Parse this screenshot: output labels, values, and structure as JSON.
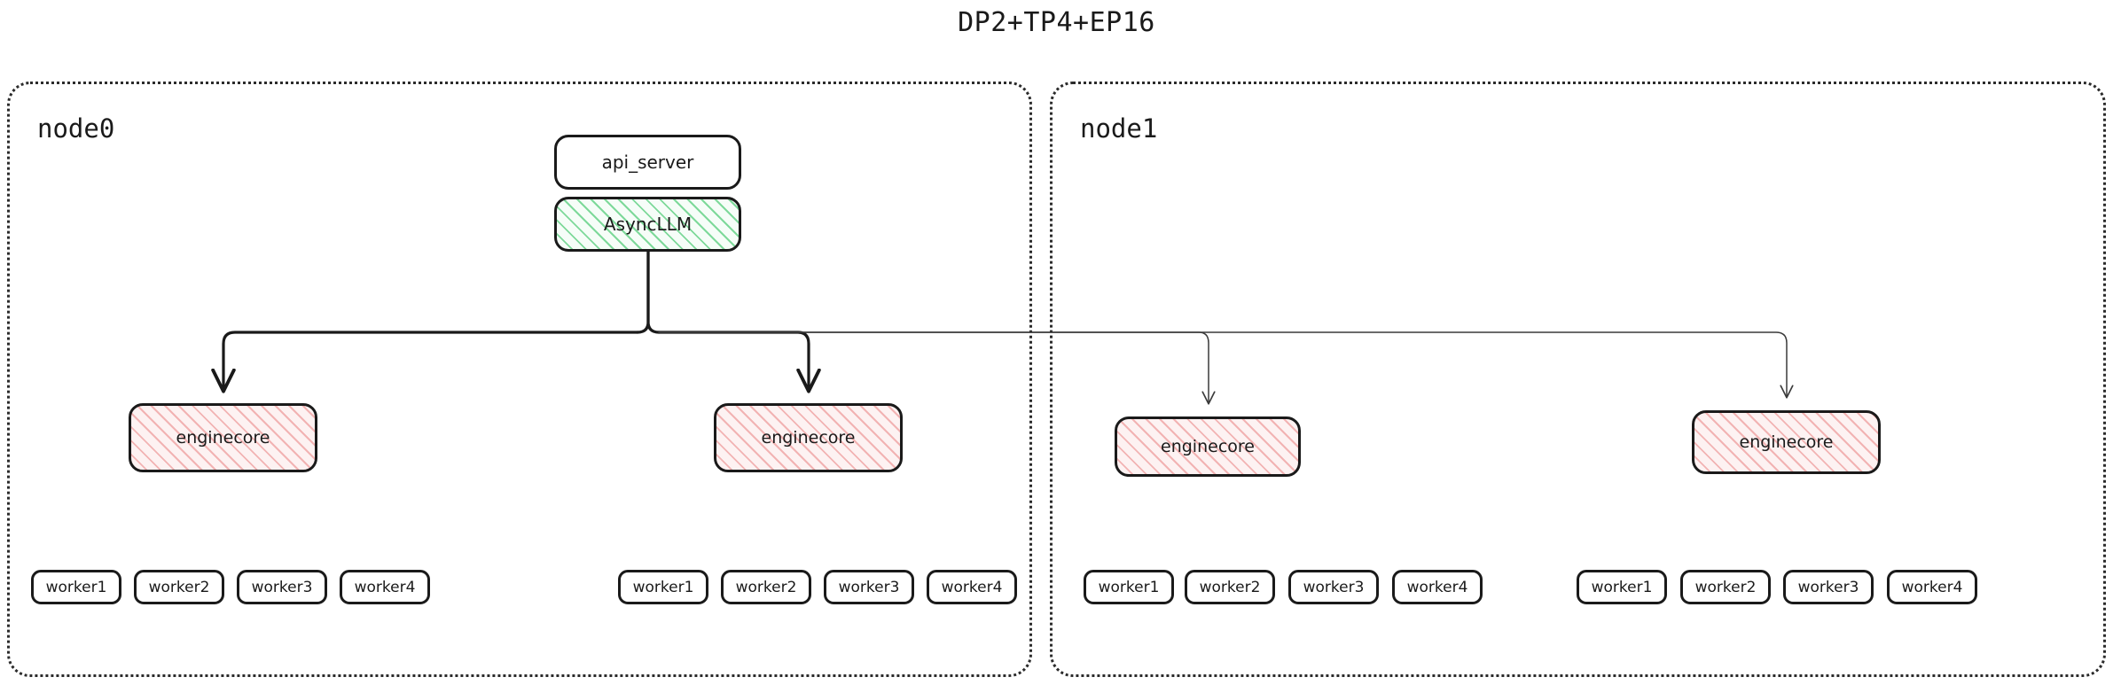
{
  "title": "DP2+TP4+EP16",
  "colors": {
    "stroke": "#1a1a1a",
    "container_border": "#2b2b2b",
    "hatch_green": "#7ed99a",
    "hatch_pink": "#f2b3b3",
    "asyncllm_bg": "#f6fdf8",
    "enginecore_bg": "#fdf2f2",
    "background": "#ffffff"
  },
  "nodes": [
    {
      "id": "node0",
      "label": "node0",
      "api_server": {
        "label": "api_server"
      },
      "async_llm": {
        "label": "AsyncLLM"
      },
      "enginecores": [
        {
          "label": "enginecore"
        },
        {
          "label": "enginecore"
        }
      ],
      "worker_groups": [
        {
          "workers": [
            {
              "label": "worker1"
            },
            {
              "label": "worker2"
            },
            {
              "label": "worker3"
            },
            {
              "label": "worker4"
            }
          ]
        },
        {
          "workers": [
            {
              "label": "worker1"
            },
            {
              "label": "worker2"
            },
            {
              "label": "worker3"
            },
            {
              "label": "worker4"
            }
          ]
        }
      ]
    },
    {
      "id": "node1",
      "label": "node1",
      "enginecores": [
        {
          "label": "enginecore"
        },
        {
          "label": "enginecore"
        }
      ],
      "worker_groups": [
        {
          "workers": [
            {
              "label": "worker1"
            },
            {
              "label": "worker2"
            },
            {
              "label": "worker3"
            },
            {
              "label": "worker4"
            }
          ]
        },
        {
          "workers": [
            {
              "label": "worker1"
            },
            {
              "label": "worker2"
            },
            {
              "label": "worker3"
            },
            {
              "label": "worker4"
            }
          ]
        }
      ]
    }
  ]
}
